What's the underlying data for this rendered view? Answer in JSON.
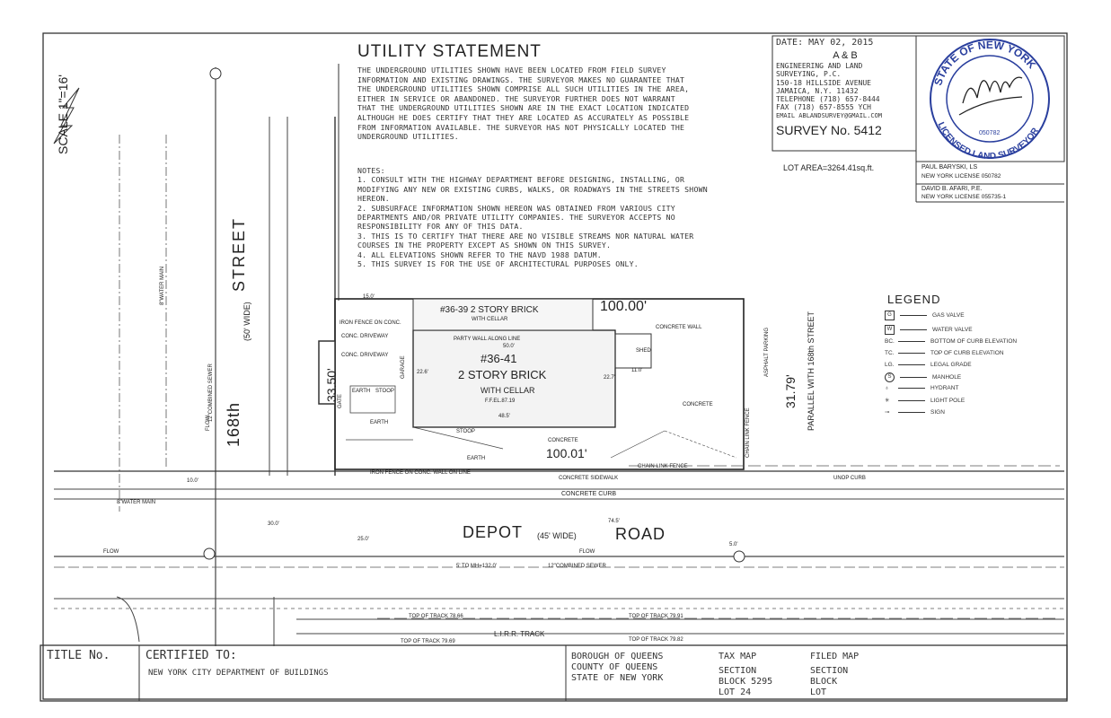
{
  "scale": "SCALE 1\"=16'",
  "utility": {
    "title": "UTILITY STATEMENT",
    "body": "THE UNDERGROUND UTILITIES SHOWN HAVE BEEN LOCATED FROM FIELD SURVEY INFORMATION AND EXISTING DRAWINGS. THE SURVEYOR MAKES NO GUARANTEE THAT THE UNDERGROUND UTILITIES SHOWN COMPRISE ALL SUCH UTILITIES IN THE AREA, EITHER IN SERVICE OR ABANDONED. THE SURVEYOR FURTHER DOES NOT WARRANT THAT THE UNDERGROUND UTILITIES SHOWN ARE IN THE EXACT LOCATION INDICATED ALTHOUGH HE DOES CERTIFY THAT THEY ARE LOCATED AS ACCURATELY AS POSSIBLE FROM INFORMATION AVAILABLE. THE SURVEYOR HAS NOT PHYSICALLY LOCATED THE UNDERGROUND UTILITIES."
  },
  "notes": {
    "title": "NOTES:",
    "items": [
      "1. CONSULT WITH THE HIGHWAY DEPARTMENT BEFORE DESIGNING, INSTALLING, OR",
      "MODIFYING ANY NEW OR EXISTING CURBS, WALKS, OR ROADWAYS IN THE STREETS SHOWN",
      "HEREON.",
      "2. SUBSURFACE INFORMATION SHOWN HEREON WAS OBTAINED FROM VARIOUS CITY",
      "DEPARTMENTS AND/OR PRIVATE UTILITY COMPANIES. THE SURVEYOR ACCEPTS NO",
      "RESPONSIBILITY FOR ANY OF THIS DATA.",
      "3. THIS IS TO CERTIFY THAT THERE ARE NO VISIBLE STREAMS NOR NATURAL WATER",
      "COURSES IN THE PROPERTY EXCEPT AS SHOWN ON THIS SURVEY.",
      "4. ALL ELEVATIONS SHOWN REFER TO THE NAVD 1988 DATUM.",
      "5. THIS SURVEY IS FOR THE USE OF ARCHITECTURAL PURPOSES ONLY."
    ]
  },
  "surveyor_box": {
    "date": "DATE: MAY 02, 2015",
    "firm": "A & B",
    "lines": [
      "ENGINEERING AND LAND",
      "SURVEYING, P.C.",
      "150-18 HILLSIDE AVENUE",
      "JAMAICA, N.Y. 11432",
      "TELEPHONE (718) 657-8444",
      "FAX (718) 657-8555 YCH",
      "EMAIL ABLANDSURVEY@GMAIL.COM"
    ],
    "survey_no": "SURVEY No. 5412"
  },
  "seal": {
    "top": "STATE OF NEW YORK",
    "bottom": "LICENSED LAND SURVEYOR",
    "number": "050782"
  },
  "lot_area": "LOT AREA=3264.41sq.ft.",
  "licenses": [
    {
      "name": "PAUL BARYSKI, LS",
      "license": "NEW YORK LICENSE 050782"
    },
    {
      "name": "DAVID B. AFARI, P.E.",
      "license": "NEW YORK LICENSE 055735-1"
    }
  ],
  "legend": {
    "title": "LEGEND",
    "items": [
      {
        "symbol": "G",
        "label": "GAS VALVE"
      },
      {
        "symbol": "W",
        "label": "WATER VALVE"
      },
      {
        "symbol": "BC.",
        "label": "BOTTOM OF CURB ELEVATION"
      },
      {
        "symbol": "TC.",
        "label": "TOP OF CURB ELEVATION"
      },
      {
        "symbol": "LG.",
        "label": "LEGAL GRADE"
      },
      {
        "symbol": "S",
        "label": "MANHOLE"
      },
      {
        "symbol": "",
        "label": "HYDRANT"
      },
      {
        "symbol": "",
        "label": "LIGHT POLE"
      },
      {
        "symbol": "",
        "label": "SIGN"
      }
    ]
  },
  "plan": {
    "street_168": "168th",
    "street_word": "STREET",
    "street_width": "(50' WIDE)",
    "depot": "DEPOT",
    "depot_width": "(45' WIDE)",
    "road": "ROAD",
    "lot_number": "#36-41",
    "building": "2 STORY BRICK",
    "cellar": "WITH CELLAR",
    "ffe": "F.F.EL.87.19",
    "neighbor": "#36-39  2 STORY BRICK",
    "neighbor_cellar": "WITH CELLAR",
    "dim_100": "100.00'",
    "dim_100_01": "100.01'",
    "dim_33_50": "33.50'",
    "dim_31_79": "31.79'",
    "parallel": "PARALLEL WITH 168th STREET",
    "lirr": "L.I.R.R. TRACK",
    "concrete_wall": "CONCRETE WALL",
    "iron_fence_conc": "IRON FENCE ON CONC. WALL ON LINE",
    "iron_fence_top": "IRON FENCE ON CONC.",
    "chain_fence": "CHAIN LINK FENCE",
    "chain_fence2": "CHAIN LINK FENCE",
    "water_main": "8\"WATER MAIN",
    "water_main_v": "8\"WATER MAIN",
    "combined_sewer": "12\"COMBINED SEWER",
    "combined_sewer_v": "12\"COMBINED SEWER",
    "concrete_curb": "CONCRETE CURB",
    "concrete_sidewalk": "CONCRETE SIDEWALK",
    "concrete": "CONCRETE",
    "concrete2": "CONCRETE",
    "conc_driveway": "CONC. DRIVEWAY",
    "conc_driveway2": "CONC. DRIVEWAY",
    "party_wall": "PARTY WALL ALONG LINE",
    "dim_50": "50.0'",
    "dim_48": "48.5'",
    "dim_22_6": "22.6'",
    "dim_22_7": "22.7'",
    "shed": "SHED",
    "dim_11": "11.0'",
    "earth": "EARTH",
    "earth2": "EARTH",
    "earth3": "EARTH",
    "stoop": "STOOP",
    "stoop2": "STOOP",
    "garage": "GARAGE",
    "gate": "GATE",
    "asphalt": "ASPHALT PARKING",
    "flow": "FLOW",
    "flow2": "FLOW",
    "flow3": "FLOW",
    "top_of_track": "TOP OF TRACK 78.66",
    "top_of_track2": "TOP OF TRACK 79.91",
    "top_of_track3": "TOP OF TRACK 79.69",
    "top_of_track4": "TOP OF TRACK 79.82",
    "unop_curb": "UNOP CURB",
    "dim_15": "15.0'",
    "dim_30": "30.0'",
    "dim_25": "25.0'",
    "dim_10": "10.0'",
    "dim_5": "5.0'",
    "dim_132": "5' TO MH=132.0'",
    "dim_74": "74.5'"
  },
  "title_block": {
    "title_no": "TITLE No.",
    "certified": "CERTIFIED TO:",
    "certified_to": "NEW YORK CITY DEPARTMENT OF BUILDINGS",
    "borough": "BOROUGH OF QUEENS",
    "county": "COUNTY OF QUEENS",
    "state": "STATE OF NEW YORK",
    "tax_map": "TAX MAP",
    "section": "SECTION",
    "block": "BLOCK 5295",
    "lot": "LOT 24",
    "filed_map": "FILED MAP",
    "section2": "SECTION",
    "block2": "BLOCK",
    "lot2": "LOT"
  }
}
